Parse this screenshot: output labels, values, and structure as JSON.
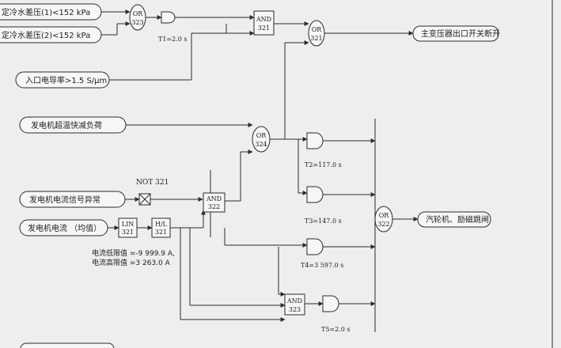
{
  "inputs": {
    "cool_dp1": "定冷水差压(1)<152 kPa",
    "cool_dp2": "定冷水差压(2)<152 kPa",
    "inlet_cond": "入口电导率>1.5 S/μm",
    "gen_overtemp": "发电机超温快减负荷",
    "gen_current_sig": "发电机电流信号异常",
    "gen_current": "发电机电流 （均值）"
  },
  "outputs": {
    "main_transformer": "主变压器出口开关断开",
    "turbine_trip": "汽轮机、励磁跳闸"
  },
  "gates": {
    "or323": {
      "type": "OR",
      "num": "323"
    },
    "and321": {
      "type": "AND",
      "num": "321"
    },
    "or321": {
      "type": "OR",
      "num": "321"
    },
    "or324": {
      "type": "OR",
      "num": "324"
    },
    "and322": {
      "type": "AND",
      "num": "322"
    },
    "or322": {
      "type": "OR",
      "num": "322"
    },
    "and323": {
      "type": "AND",
      "num": "323"
    },
    "lin321": {
      "type": "LIN",
      "num": "321"
    },
    "hl321": {
      "type": "H/L",
      "num": "321"
    }
  },
  "not_label": "NOT 321",
  "timers": {
    "t1": "T1=2.0 s",
    "t2": "T2=117.0 s",
    "t3": "T3=147.0 s",
    "t4": "T4=3 597.0 s",
    "t5": "T5=2.0 s"
  },
  "limits": {
    "low": "电流低限值 =-9 999.9 A,",
    "high": "电流高限值 =3 263.0 A"
  }
}
